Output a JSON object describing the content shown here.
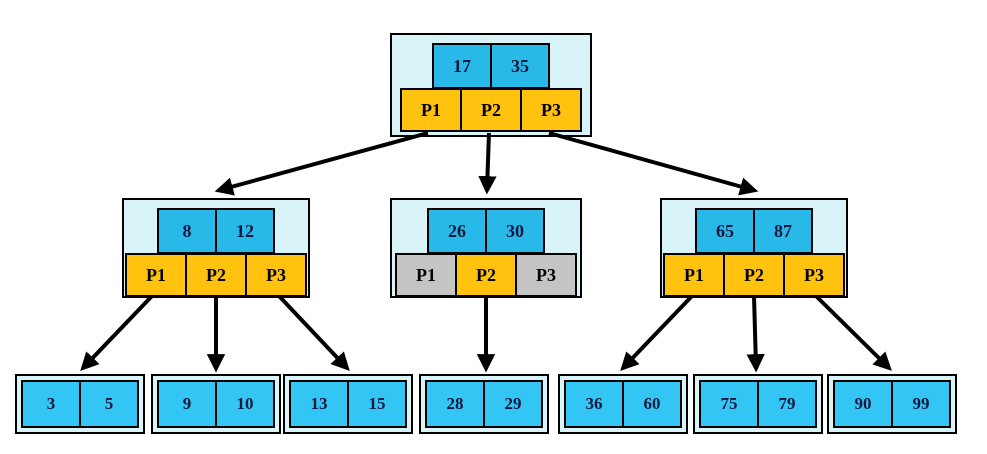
{
  "diagram": {
    "type": "b-plus-tree",
    "root": {
      "keys": [
        "17",
        "35"
      ],
      "pointers": [
        {
          "label": "P1",
          "active": true
        },
        {
          "label": "P2",
          "active": true
        },
        {
          "label": "P3",
          "active": true
        }
      ]
    },
    "internal_nodes": [
      {
        "keys": [
          "8",
          "12"
        ],
        "pointers": [
          {
            "label": "P1",
            "active": true
          },
          {
            "label": "P2",
            "active": true
          },
          {
            "label": "P3",
            "active": true
          }
        ]
      },
      {
        "keys": [
          "26",
          "30"
        ],
        "pointers": [
          {
            "label": "P1",
            "active": false
          },
          {
            "label": "P2",
            "active": true
          },
          {
            "label": "P3",
            "active": false
          }
        ]
      },
      {
        "keys": [
          "65",
          "87"
        ],
        "pointers": [
          {
            "label": "P1",
            "active": true
          },
          {
            "label": "P2",
            "active": true
          },
          {
            "label": "P3",
            "active": true
          }
        ]
      }
    ],
    "leaf_nodes": [
      {
        "values": [
          "3",
          "5"
        ]
      },
      {
        "values": [
          "9",
          "10"
        ]
      },
      {
        "values": [
          "13",
          "15"
        ]
      },
      {
        "values": [
          "28",
          "29"
        ]
      },
      {
        "values": [
          "36",
          "60"
        ]
      },
      {
        "values": [
          "75",
          "79"
        ]
      },
      {
        "values": [
          "90",
          "99"
        ]
      }
    ],
    "edges": [
      {
        "from": "root.P1",
        "to": "internal[8,12]"
      },
      {
        "from": "root.P2",
        "to": "internal[26,30]"
      },
      {
        "from": "root.P3",
        "to": "internal[65,87]"
      },
      {
        "from": "internal[8,12].P1",
        "to": "leaf[3,5]"
      },
      {
        "from": "internal[8,12].P2",
        "to": "leaf[9,10]"
      },
      {
        "from": "internal[8,12].P3",
        "to": "leaf[13,15]"
      },
      {
        "from": "internal[26,30].P2",
        "to": "leaf[28,29]"
      },
      {
        "from": "internal[65,87].P1",
        "to": "leaf[36,60]"
      },
      {
        "from": "internal[65,87].P2",
        "to": "leaf[75,79]"
      },
      {
        "from": "internal[65,87].P3",
        "to": "leaf[90,99]"
      }
    ]
  },
  "colors": {
    "node-bg": "#D9F4F9",
    "key-cell-bg": "#29B9E8",
    "leaf-cell-bg": "#33C6F4",
    "pointer-active-bg": "#FFC20E",
    "pointer-inactive-bg": "#C4C4C4",
    "border": "#000000",
    "key-text": "#101840",
    "pointer-text": "#000000"
  }
}
